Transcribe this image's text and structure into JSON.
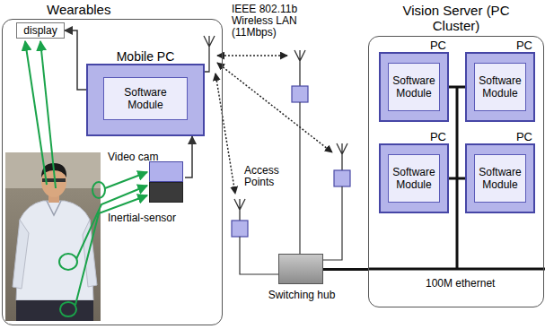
{
  "diagram": {
    "nodes": [
      {
        "text": [
          "Wearables"
        ]
      },
      {
        "text": [
          "display"
        ],
        "in": 0
      },
      {
        "text": [
          "Mobile PC"
        ],
        "in": 0
      },
      {
        "text": [
          "Software Module"
        ],
        "in": 2
      },
      {
        "text": [
          "Video cam",
          "Inertial-sensor"
        ],
        "in": 0
      },
      {
        "text": [
          "Switching hub"
        ]
      },
      {
        "text": [
          "Vision Server (PC Cluster)"
        ]
      },
      {
        "text": [
          "PC"
        ],
        "in": 6
      },
      {
        "text": [
          "Software Module"
        ],
        "in": 7
      },
      {
        "text": [
          "PC"
        ],
        "in": 6
      },
      {
        "text": [
          "Software Module"
        ],
        "in": 9
      },
      {
        "text": [
          "PC"
        ],
        "in": 6
      },
      {
        "text": [
          "Software Module"
        ],
        "in": 11
      },
      {
        "text": [
          "PC"
        ],
        "in": 6
      },
      {
        "text": [
          "Software Module"
        ],
        "in": 13
      }
    ],
    "edges": [
      {
        "from": 2,
        "to": 1,
        "arrow": "to"
      },
      {
        "from": 4,
        "to": 2,
        "arrow": "to"
      },
      {
        "from": 5,
        "to": 6,
        "arrow": "none"
      }
    ],
    "labels": [
      "IEEE 802.11b Wireless LAN (11Mbps)",
      "Access Points",
      "100M ethernet"
    ]
  }
}
